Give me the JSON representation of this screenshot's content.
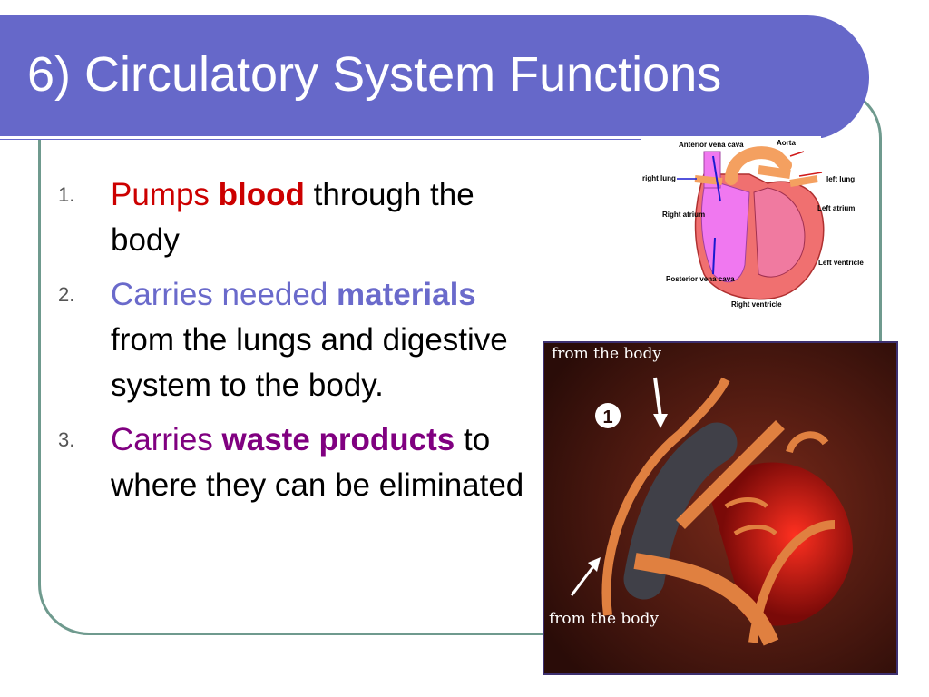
{
  "slide": {
    "title": "6) Circulatory System Functions"
  },
  "list": [
    {
      "number": "1.",
      "lead": "Pumps ",
      "bold": "blood",
      "rest": " through the body"
    },
    {
      "number": "2.",
      "lead": "Carries needed ",
      "bold": "materials",
      "rest": " from the lungs and digestive system to the body."
    },
    {
      "number": "3.",
      "lead": "Carries ",
      "bold": "waste products",
      "rest": " to where they can be eliminated"
    }
  ],
  "heart_diagram": {
    "labels": {
      "anterior_vena_cava": "Anterior vena cava",
      "aorta": "Aorta",
      "right_lung": "right lung",
      "left_lung": "left lung",
      "left_atrium": "Left atrium",
      "right_atrium": "Right atrium",
      "left_ventricle": "Left ventricle",
      "posterior_vena_cava": "Posterior vena cava",
      "right_ventricle": "Right ventricle"
    }
  },
  "heart_photo": {
    "label_top": "from the body",
    "label_bottom": "from the body",
    "step_number": "1"
  },
  "colors": {
    "title_bar": "#6668c9",
    "frame": "#6f9a8e",
    "item1": "#cc0000",
    "item2": "#6a6acb",
    "item3": "#800080"
  }
}
